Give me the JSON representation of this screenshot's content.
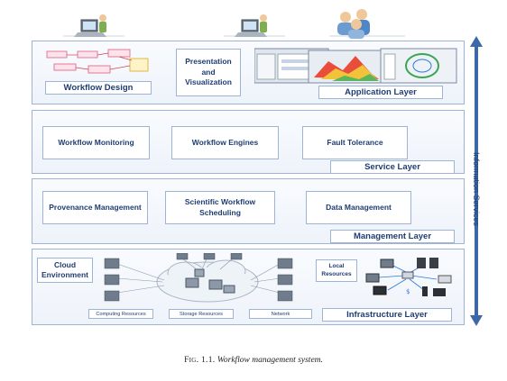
{
  "diagram": {
    "application_layer": {
      "label": "Application Layer",
      "boxes": {
        "workflow_design": "Workflow Design",
        "presentation": "Presentation and Visualization"
      }
    },
    "service_layer": {
      "label": "Service Layer",
      "boxes": {
        "monitoring": "Workflow Monitoring",
        "engines": "Workflow Engines",
        "fault": "Fault Tolerance"
      }
    },
    "management_layer": {
      "label": "Management Layer",
      "boxes": {
        "provenance": "Provenance Management",
        "scheduling": "Scientific Workflow Scheduling",
        "data": "Data Management"
      }
    },
    "infrastructure_layer": {
      "label": "Infrastructure Layer",
      "boxes": {
        "cloud": "Cloud Environment",
        "local": "Local Resources"
      },
      "resources": {
        "computing": "Computing Resources",
        "storage": "Storage Resources",
        "network": "Network"
      }
    },
    "side_label": "Information Services",
    "colors": {
      "accent": "#1f3d73",
      "border": "#9db4d6",
      "arrow": "#3d68a8"
    }
  },
  "caption": {
    "prefix": "Fig. 1.1.",
    "text": "Workflow management system."
  }
}
